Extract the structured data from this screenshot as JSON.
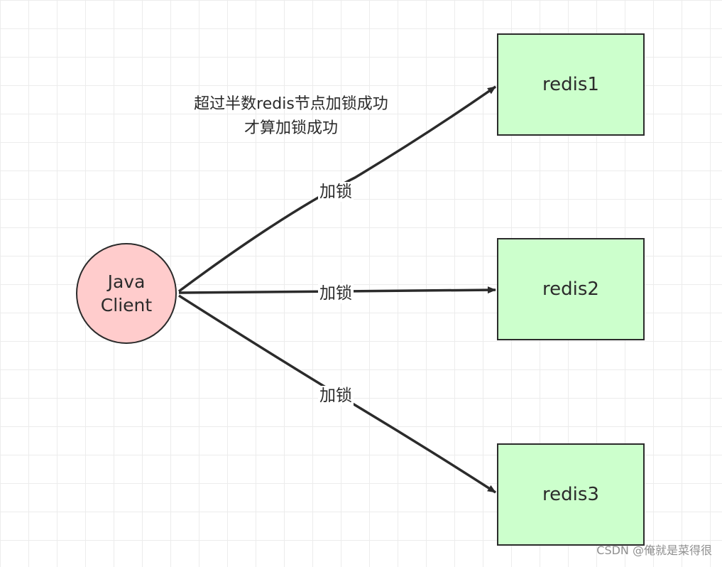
{
  "nodes": {
    "client": {
      "line1": "Java",
      "line2": "Client",
      "color": "#ffcccc"
    },
    "redis1": {
      "label": "redis1",
      "color": "#ccffcc"
    },
    "redis2": {
      "label": "redis2",
      "color": "#ccffcc"
    },
    "redis3": {
      "label": "redis3",
      "color": "#ccffcc"
    }
  },
  "edges": [
    {
      "from": "client",
      "to": "redis1",
      "label": "加锁"
    },
    {
      "from": "client",
      "to": "redis2",
      "label": "加锁"
    },
    {
      "from": "client",
      "to": "redis3",
      "label": "加锁"
    }
  ],
  "annotation": {
    "line1": "超过半数redis节点加锁成功",
    "line2": "才算加锁成功"
  },
  "watermark": "CSDN @俺就是菜得很",
  "colors": {
    "stroke": "#2b2b2b",
    "client_fill": "#ffcccc",
    "redis_fill": "#ccffcc",
    "grid": "#ececec"
  }
}
